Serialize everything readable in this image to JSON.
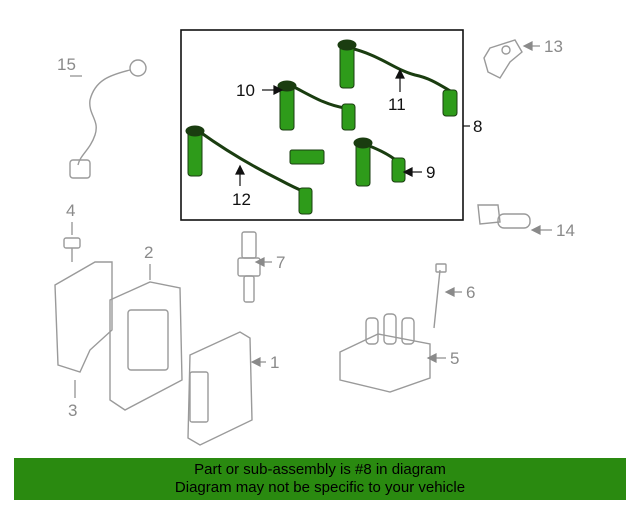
{
  "callouts": {
    "c1": "1",
    "c2": "2",
    "c3": "3",
    "c4": "4",
    "c5": "5",
    "c6": "6",
    "c7": "7",
    "c8": "8",
    "c9": "9",
    "c10": "10",
    "c11": "11",
    "c12": "12",
    "c13": "13",
    "c14": "14",
    "c15": "15"
  },
  "banner": {
    "line1": "Part or sub-assembly is #8 in diagram",
    "line2": "Diagram may not be specific to your vehicle"
  },
  "colors": {
    "highlight_green": "#2e9b1a",
    "banner_green": "#2a8a10",
    "part_grey": "#9a9a9a",
    "line_dark": "#111111"
  }
}
